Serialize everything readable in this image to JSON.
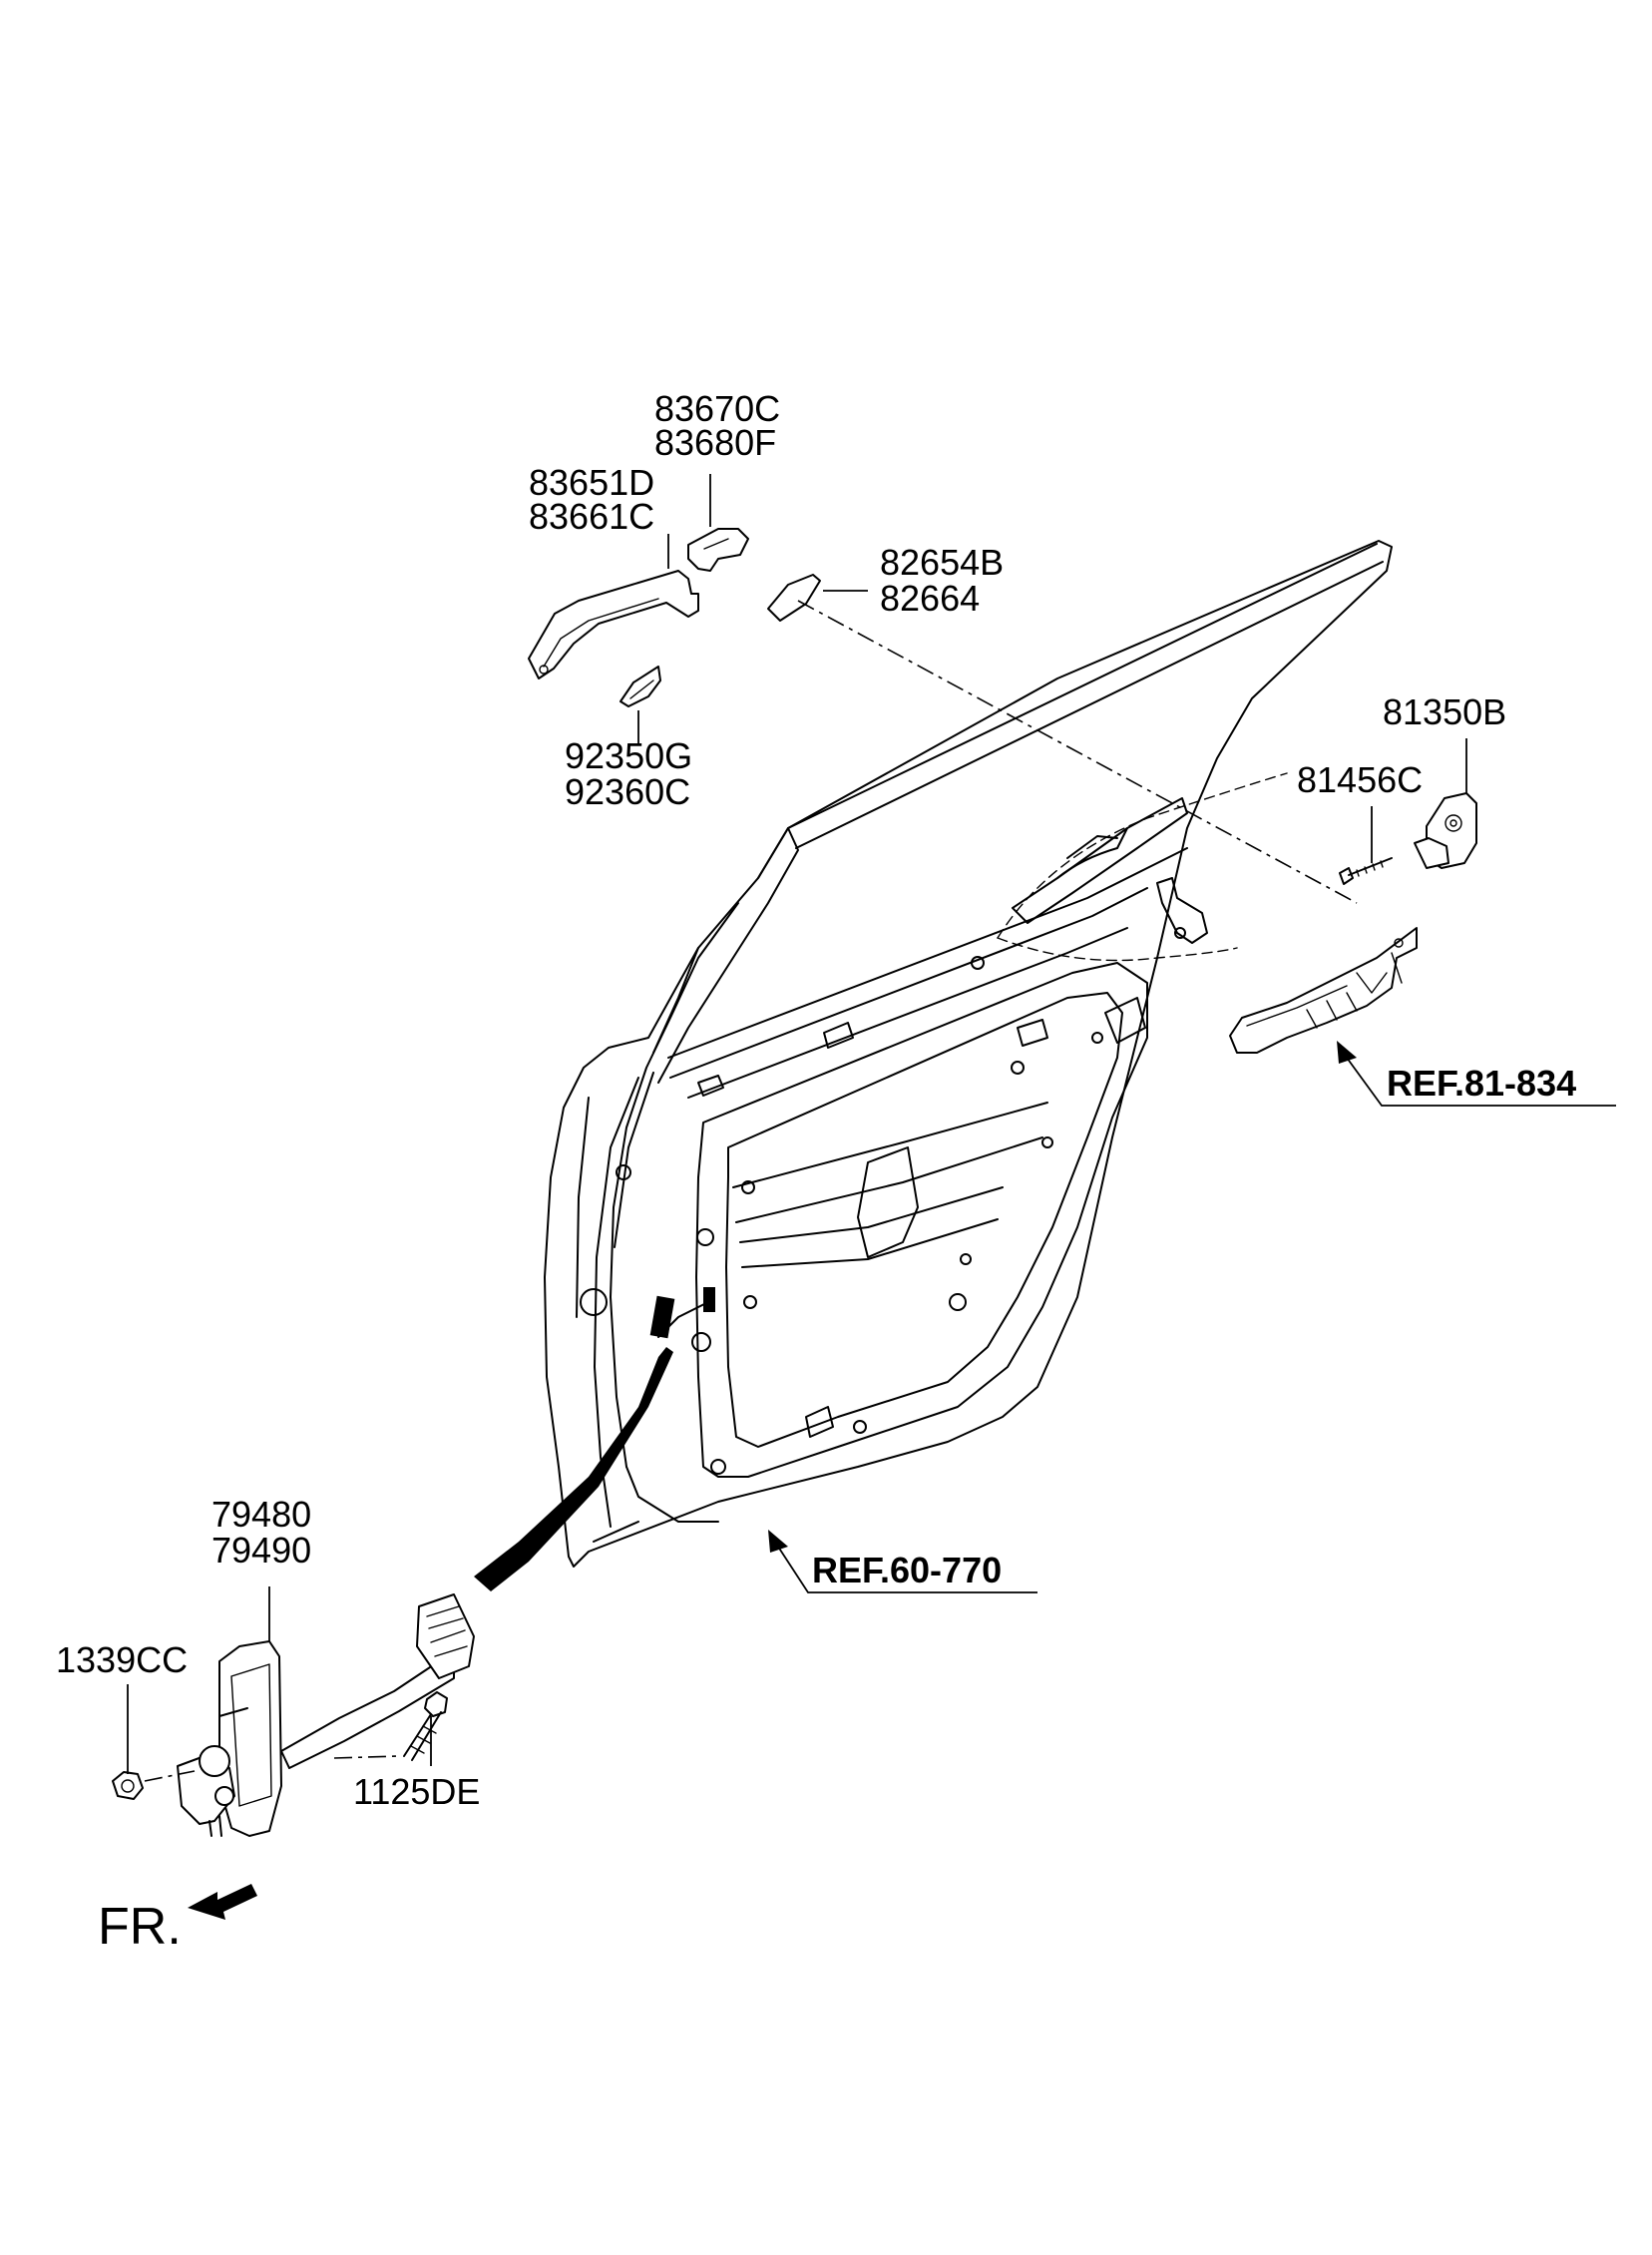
{
  "labels": {
    "outer_handle_cover": [
      "83670C",
      "83680F"
    ],
    "outer_handle": [
      "83651D",
      "83661C"
    ],
    "handle_cap": [
      "82654B",
      "82664"
    ],
    "handle_pad": [
      "92350G",
      "92360C"
    ],
    "key_cylinder_base": "81350B",
    "screw": "81456C",
    "checker": [
      "79480",
      "79490"
    ],
    "nut": "1339CC",
    "bolt": "1125DE"
  },
  "references": {
    "handle_bracket": "REF.81-834",
    "door_panel": "REF.60-770"
  },
  "direction": {
    "front": "FR."
  }
}
